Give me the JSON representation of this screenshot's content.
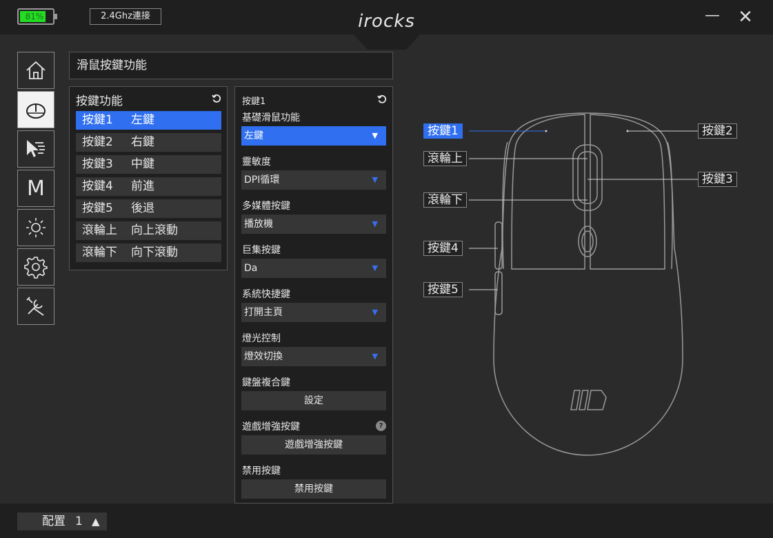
{
  "header": {
    "battery_percent": "81%",
    "battery_level": 0.81,
    "connection": "2.4Ghz連接",
    "logo": "irocks",
    "minimize_glyph": "—",
    "close_glyph": "✕"
  },
  "nav": {
    "items": [
      {
        "icon": "home-icon",
        "active": false
      },
      {
        "icon": "mouse-button-icon",
        "active": true
      },
      {
        "icon": "pointer-speed-icon",
        "active": false
      },
      {
        "icon": "macro-icon",
        "label": "M",
        "active": false
      },
      {
        "icon": "lighting-icon",
        "active": false
      },
      {
        "icon": "gear-icon",
        "active": false
      },
      {
        "icon": "tools-icon",
        "active": false
      }
    ]
  },
  "page": {
    "title": "滑鼠按鍵功能"
  },
  "key_functions": {
    "title": "按鍵功能",
    "rows": [
      {
        "key": "按鍵1",
        "func": "左鍵",
        "selected": true
      },
      {
        "key": "按鍵2",
        "func": "右鍵",
        "selected": false
      },
      {
        "key": "按鍵3",
        "func": "中鍵",
        "selected": false
      },
      {
        "key": "按鍵4",
        "func": "前進",
        "selected": false
      },
      {
        "key": "按鍵5",
        "func": "後退",
        "selected": false
      },
      {
        "key": "滾輪上",
        "func": "向上滾動",
        "selected": false
      },
      {
        "key": "滾輪下",
        "func": "向下滾動",
        "selected": false
      }
    ]
  },
  "settings": {
    "title": "按鍵1",
    "basic": {
      "label": "基礎滑鼠功能",
      "value": "左鍵"
    },
    "sensitivity": {
      "label": "靈敏度",
      "value": "DPI循環"
    },
    "multimedia": {
      "label": "多媒體按鍵",
      "value": "播放機"
    },
    "macro": {
      "label": "巨集按鍵",
      "value": "Da"
    },
    "shortcut": {
      "label": "系統快捷鍵",
      "value": "打開主頁"
    },
    "lighting": {
      "label": "燈光控制",
      "value": "燈效切換"
    },
    "combo": {
      "label": "鍵盤複合鍵",
      "button": "設定"
    },
    "game": {
      "label": "遊戲增強按鍵",
      "button": "遊戲增強按鍵",
      "help": "?"
    },
    "disable": {
      "label": "禁用按鍵",
      "button": "禁用按鍵"
    },
    "dropdown_arrow": "▼"
  },
  "mouse_callouts": {
    "btn1": "按鍵1",
    "btn2": "按鍵2",
    "scroll_up": "滾輪上",
    "btn3": "按鍵3",
    "scroll_down": "滾輪下",
    "btn4": "按鍵4",
    "btn5": "按鍵5"
  },
  "profile": {
    "label": "配置",
    "number": "1",
    "arrow": "▲"
  },
  "colors": {
    "accent": "#2f6ff0",
    "battery": "#22dd22",
    "panel": "#1f1f1f",
    "background": "#2b2b2b"
  }
}
